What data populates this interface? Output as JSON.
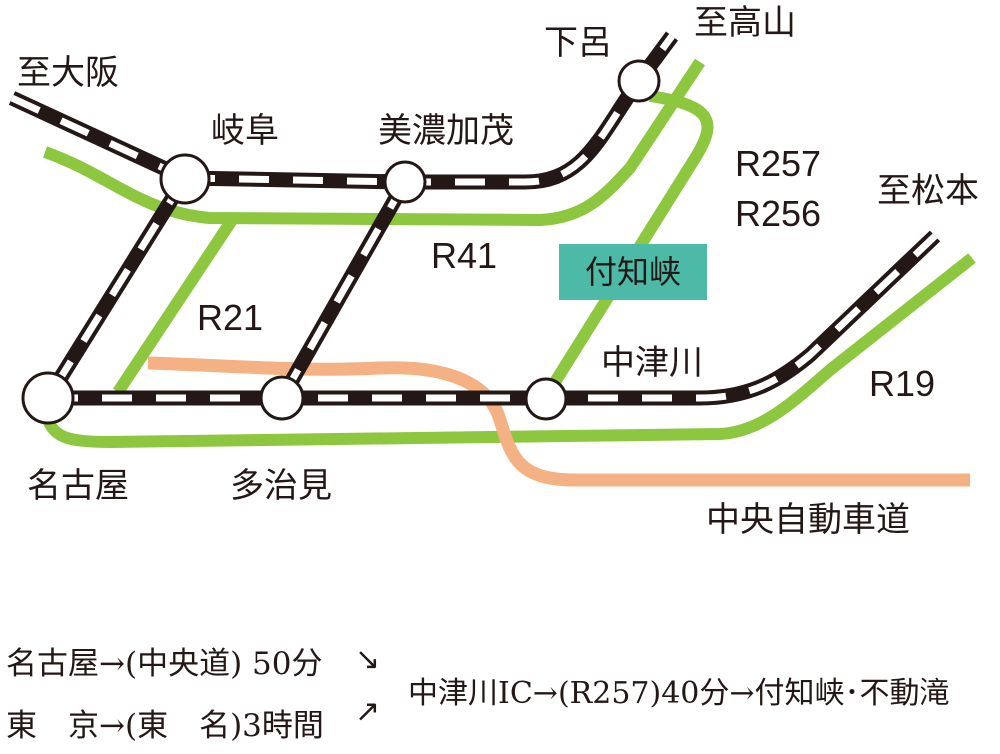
{
  "colors": {
    "rail_dark": "#231815",
    "rail_light": "#ffffff",
    "road_green": "#8dc63f",
    "expressway_orange": "#f4b183",
    "highlight_teal": "#4dbaa8",
    "text": "#231815"
  },
  "map": {
    "stations": {
      "nagoya": "名古屋",
      "tajimi": "多治見",
      "nakatsugawa": "中津川",
      "gifu": "岐阜",
      "minokamo": "美濃加茂",
      "gero": "下呂"
    },
    "directions": {
      "osaka": "至大阪",
      "takayama": "至高山",
      "matsumoto": "至松本"
    },
    "roads": {
      "r21": "R21",
      "r41": "R41",
      "r257": "R257",
      "r256": "R256",
      "r19": "R19",
      "expressway": "中央自動車道"
    },
    "destination": "付知峡"
  },
  "route_info": {
    "line1": "名古屋→(中央道) 50分",
    "line2": "東　京→(東　名)3時間",
    "line3": "中津川IC→(R257)40分→付知峡･不動滝",
    "arrow_down": "↘",
    "arrow_up": "↗"
  }
}
